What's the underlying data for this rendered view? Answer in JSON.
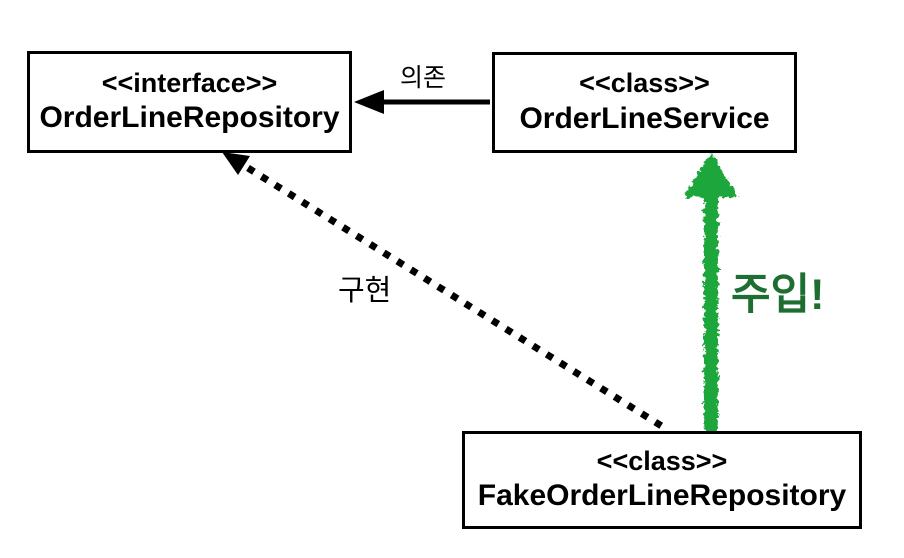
{
  "diagram": {
    "type": "uml-dependency-injection-diagram",
    "colors": {
      "background": "#ffffff",
      "line_black": "#000000",
      "arrow_green": "#1ba63a",
      "label_green": "#1d6e30"
    },
    "nodes": [
      {
        "id": "order-line-repository",
        "stereotype": "<<interface>>",
        "name": "OrderLineRepository"
      },
      {
        "id": "order-line-service",
        "stereotype": "<<class>>",
        "name": "OrderLineService"
      },
      {
        "id": "fake-order-line-repository",
        "stereotype": "<<class>>",
        "name": "FakeOrderLineRepository"
      }
    ],
    "edges": [
      {
        "id": "dependency",
        "label": "의존",
        "from": "OrderLineService",
        "to": "OrderLineRepository",
        "style": "solid-black-arrow"
      },
      {
        "id": "implements",
        "label": "구현",
        "from": "FakeOrderLineRepository",
        "to": "OrderLineRepository",
        "style": "dotted-black-arrow"
      },
      {
        "id": "injection",
        "label": "주입!",
        "from": "FakeOrderLineRepository",
        "to": "OrderLineService",
        "style": "hand-drawn-green-arrow"
      }
    ]
  }
}
